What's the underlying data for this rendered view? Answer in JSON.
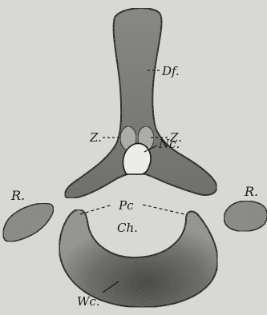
{
  "labels": {
    "dorsal_fin": "Df.",
    "zygapophysis_left": "Z.",
    "zygapophysis_right": "Z.",
    "neural_canal": "Nc.",
    "rib_left": "R.",
    "rib_right": "R.",
    "pc": "Pc",
    "chorda": "Ch.",
    "wc": "Wc."
  },
  "colors": {
    "background": "#d8d8d5",
    "bone_light": "#9c9c98",
    "bone_dark": "#3a3a38",
    "line": "#1a1a1a",
    "canal": "#ececea"
  }
}
